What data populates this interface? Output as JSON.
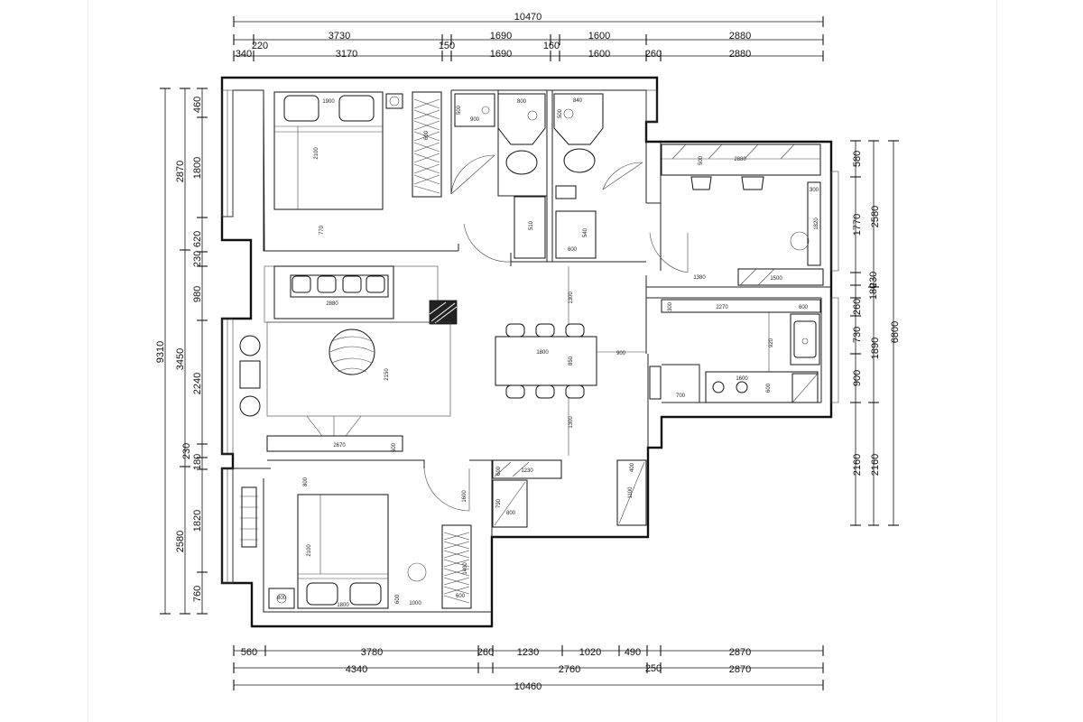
{
  "plan": {
    "top_dims": {
      "overall": "10470",
      "row1": [
        "3730",
        "1690",
        "1600",
        "2880"
      ],
      "row1_small": [
        "220",
        "150",
        "160"
      ],
      "row2": [
        "340",
        "3170",
        "150",
        "1690",
        "160",
        "1600",
        "260",
        "2880"
      ]
    },
    "bottom_dims": {
      "overall": "10460",
      "row1": [
        "560",
        "3780",
        "260",
        "1230",
        "1020",
        "490",
        "2870"
      ],
      "row2": [
        "4340",
        "2760",
        "250",
        "2870"
      ]
    },
    "left_dims": {
      "overall": "9310",
      "row1": [
        "2870",
        "3450",
        "2580"
      ],
      "row2": [
        "460",
        "1800",
        "620",
        "230",
        "980",
        "2240",
        "230",
        "1820",
        "760"
      ],
      "row2_b": "180"
    },
    "right_dims": {
      "overall": "6800",
      "row1": [
        "2580",
        "1890",
        "2160"
      ],
      "row2": [
        "580",
        "1770",
        "230",
        "260",
        "730",
        "900",
        "2160"
      ],
      "row2_b": "180"
    },
    "labels": {
      "bed1_w": "1900",
      "bed1_h": "2100",
      "wardrobe1": "600",
      "bed1_gap": "770",
      "bath1_a": "500",
      "bath1_b": "900",
      "bath1_c": "800",
      "bath2_a": "840",
      "bath2_b": "500",
      "basin_a": "510",
      "basin_b": "600",
      "bath2_c": "600",
      "bath2_d": "540",
      "study_desk": "2880",
      "study_a": "500",
      "study_b": "1820",
      "study_c": "1500",
      "study_d": "300",
      "study_e": "1380",
      "sofa_w": "2880",
      "living_depth": "2150",
      "tv_w": "2670",
      "tv_d": "600",
      "dining_len": "1800",
      "dining_w": "850",
      "aisle_a": "1300",
      "aisle_b": "1300",
      "aisle_c": "900",
      "kitchen_a": "2270",
      "kitchen_b": "300",
      "kitchen_c": "600",
      "kitchen_d": "500",
      "kitchen_e": "920",
      "kitchen_f": "600",
      "hob_w": "1600",
      "fridge": "700",
      "entry_a": "1230",
      "entry_b": "600",
      "entry_c": "790",
      "entry_d": "800",
      "entry_e": "400",
      "entry_f": "1100",
      "door_a": "1600",
      "bed2_w": "1800",
      "bed2_h": "2100",
      "bed2_a": "800",
      "bed2_b": "600",
      "bed2_c": "1000",
      "bed2_d": "600",
      "wardrobe2": "1400",
      "wardrobe2_b": "600",
      "bed2_e": "800"
    },
    "colors": {
      "line": "#111111",
      "paper": "#ffffff"
    }
  }
}
